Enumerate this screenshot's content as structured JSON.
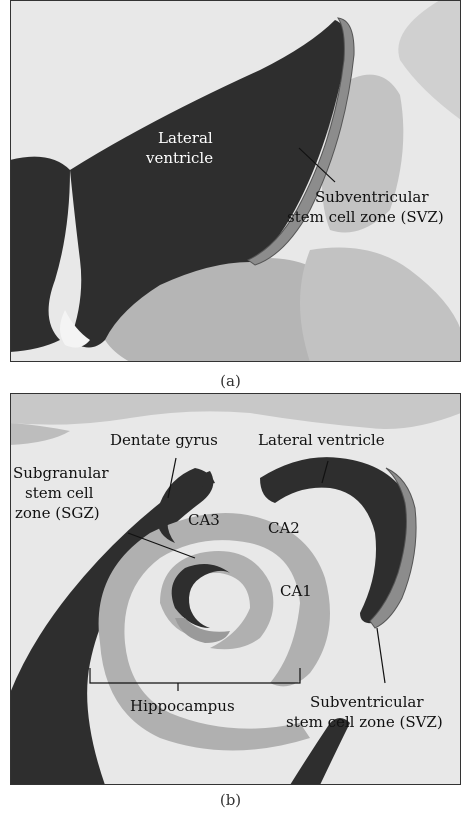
{
  "panel_a": {
    "caption": "(a)",
    "label_lateral_ventricle_line1": "Lateral",
    "label_lateral_ventricle_line2": "ventricle",
    "label_svz_line1": "Subventricular",
    "label_svz_line2": "stem cell zone (SVZ)"
  },
  "panel_b": {
    "caption": "(b)",
    "label_dentate_gyrus": "Dentate gyrus",
    "label_lateral_ventricle": "Lateral ventricle",
    "label_sgz_line1": "Subgranular",
    "label_sgz_line2": "stem cell",
    "label_sgz_line3": "zone (SGZ)",
    "label_ca3": "CA3",
    "label_ca2": "CA2",
    "label_ca1": "CA1",
    "label_hippocampus": "Hippocampus",
    "label_svz_line1": "Subventricular",
    "label_svz_line2": "stem cell zone (SVZ)"
  },
  "colors": {
    "background": "#e8e8e8",
    "ventricle": "#2e2e2e",
    "tissue_gray": "#b0b0b0",
    "stem_zone": "#8c8c8c",
    "frame": "#333333"
  }
}
